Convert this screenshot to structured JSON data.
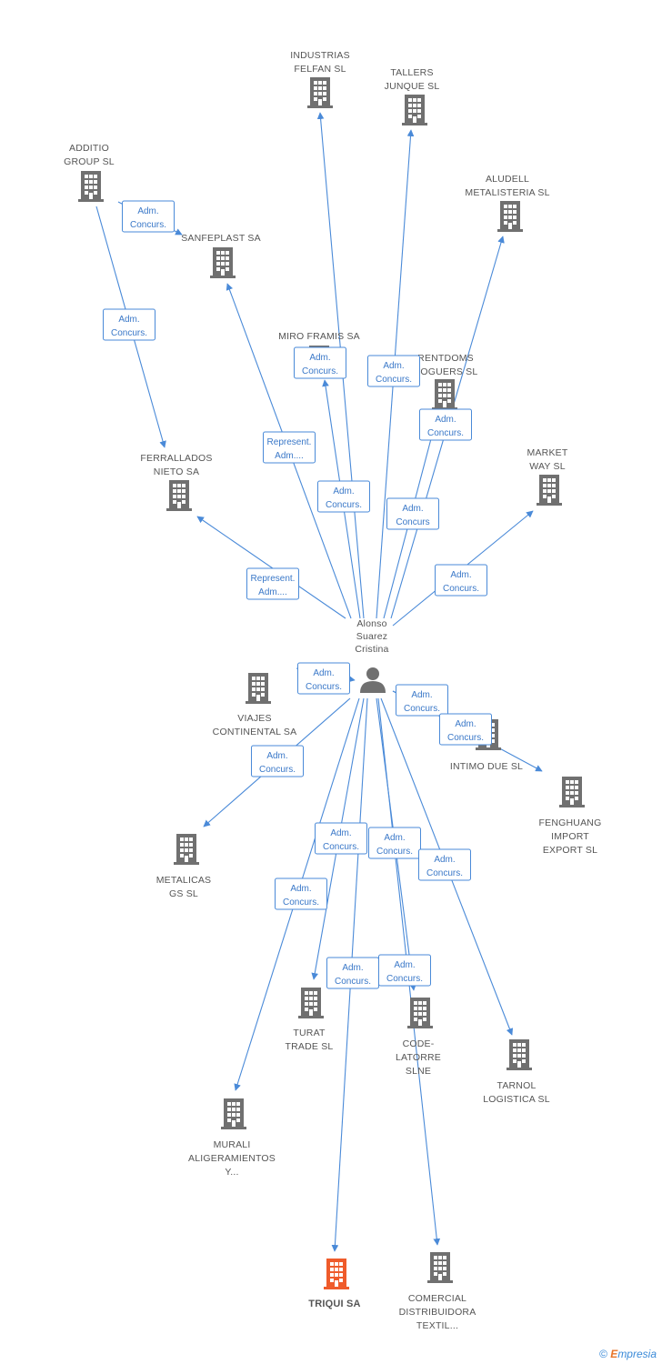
{
  "person": {
    "name": [
      "Alonso",
      "Suarez",
      "Cristina"
    ],
    "icon": "person-icon"
  },
  "colors": {
    "edge": "#4a8ad8",
    "building": "#707070",
    "building_main": "#ef5b2b",
    "label": "#555555"
  },
  "nodes": [
    {
      "id": "industrias",
      "label": [
        "INDUSTRIAS",
        "FELFAN SL"
      ]
    },
    {
      "id": "tallers",
      "label": [
        "TALLERS",
        "JUNQUE SL"
      ]
    },
    {
      "id": "additio",
      "label": [
        "ADDITIO",
        "GROUP SL"
      ]
    },
    {
      "id": "aludell",
      "label": [
        "ALUDELL",
        "METALISTERIA SL"
      ]
    },
    {
      "id": "sanfeplast",
      "label": [
        "SANFEPLAST SA"
      ]
    },
    {
      "id": "miro",
      "label": [
        "MIRO FRAMIS SA"
      ]
    },
    {
      "id": "rentdoms",
      "label": [
        "RENTDOMS",
        "NOGUERS SL"
      ]
    },
    {
      "id": "ferrallados",
      "label": [
        "FERRALLADOS",
        "NIETO SA"
      ]
    },
    {
      "id": "market",
      "label": [
        "MARKET",
        "WAY SL"
      ]
    },
    {
      "id": "viajes",
      "label": [
        "VIAJES",
        "CONTINENTAL SA"
      ]
    },
    {
      "id": "intimo",
      "label": [
        "INTIMO DUE SL"
      ]
    },
    {
      "id": "fenghuang",
      "label": [
        "FENGHUANG",
        "IMPORT",
        "EXPORT SL"
      ]
    },
    {
      "id": "metalicas",
      "label": [
        "METALICAS",
        "GS SL"
      ]
    },
    {
      "id": "turat",
      "label": [
        "TURAT",
        "TRADE SL"
      ]
    },
    {
      "id": "code",
      "label": [
        "CODE-",
        "LATORRE",
        "SLNE"
      ]
    },
    {
      "id": "tarnol",
      "label": [
        "TARNOL",
        "LOGISTICA SL"
      ]
    },
    {
      "id": "murali",
      "label": [
        "MURALI",
        "ALIGERAMIENTOS",
        "Y..."
      ]
    },
    {
      "id": "triqui",
      "label": [
        "TRIQUI SA"
      ],
      "main": true
    },
    {
      "id": "comercial",
      "label": [
        "COMERCIAL",
        "DISTRIBUIDORA",
        "TEXTIL..."
      ]
    }
  ],
  "edge_labels": [
    {
      "lines": [
        "Adm.",
        "Concurs."
      ]
    },
    {
      "lines": [
        "Adm.",
        "Concurs."
      ]
    },
    {
      "lines": [
        "Adm.",
        "Concurs."
      ]
    },
    {
      "lines": [
        "Adm.",
        "Concurs."
      ]
    },
    {
      "lines": [
        "Adm.",
        "Concurs."
      ]
    },
    {
      "lines": [
        "Represent.",
        "Adm...."
      ]
    },
    {
      "lines": [
        "Adm.",
        "Concurs"
      ]
    },
    {
      "lines": [
        "Adm.",
        "Concurs."
      ]
    },
    {
      "lines": [
        "Represent.",
        "Adm...."
      ]
    },
    {
      "lines": [
        "Adm.",
        "Concurs."
      ]
    },
    {
      "lines": [
        "Adm.",
        "Concurs."
      ]
    },
    {
      "lines": [
        "Adm.",
        "Concurs."
      ]
    },
    {
      "lines": [
        "Adm.",
        "Concurs."
      ]
    },
    {
      "lines": [
        "Adm.",
        "Concurs."
      ]
    },
    {
      "lines": [
        "Adm.",
        "Concurs."
      ]
    },
    {
      "lines": [
        "Adm.",
        "Concurs."
      ]
    },
    {
      "lines": [
        "Adm.",
        "Concurs."
      ]
    },
    {
      "lines": [
        "Adm.",
        "Concurs."
      ]
    },
    {
      "lines": [
        "Adm.",
        "Concurs."
      ]
    },
    {
      "lines": [
        "Adm.",
        "Concurs."
      ]
    }
  ],
  "footer": {
    "copyright": "©",
    "brand_e": "E",
    "brand_rest": "mpresia"
  }
}
